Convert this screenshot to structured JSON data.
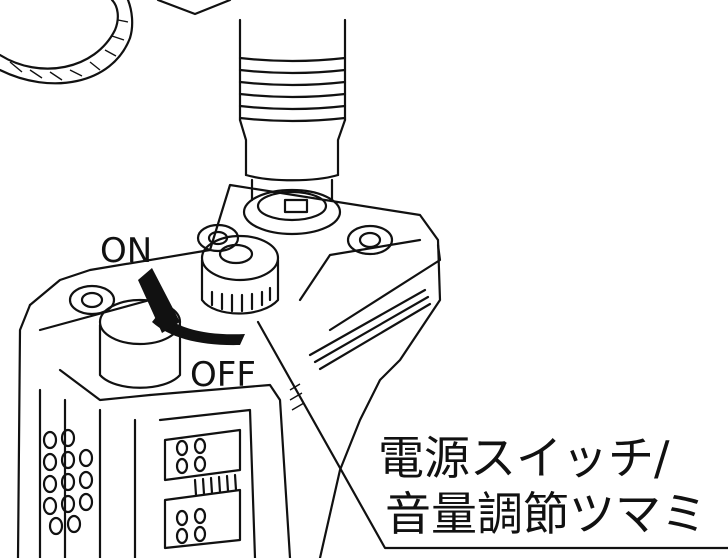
{
  "labels": {
    "on": "ON",
    "off": "OFF",
    "callout_line1": "電源スイッチ/",
    "callout_line2": "音量調節ツマミ"
  },
  "colors": {
    "ink": "#111111",
    "paper": "#ffffff"
  }
}
